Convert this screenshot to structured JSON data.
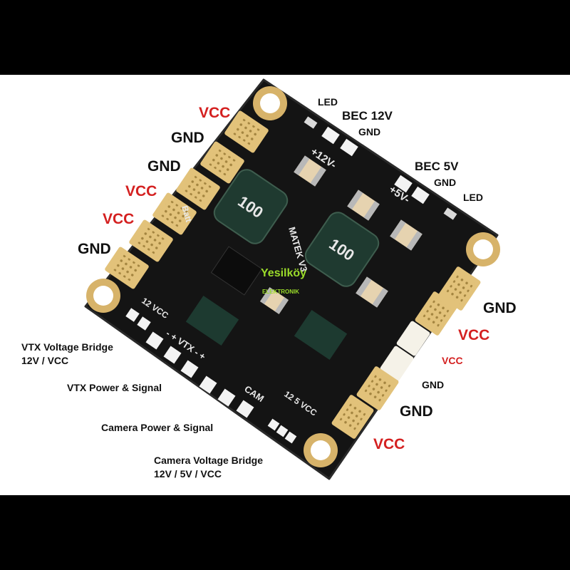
{
  "labels": {
    "left_pads": [
      "VCC",
      "GND",
      "GND",
      "VCC",
      "VCC",
      "GND"
    ],
    "right_pads": [
      "GND",
      "VCC",
      "VCC",
      "GND",
      "GND",
      "VCC"
    ],
    "led_top": "LED",
    "bec12": "BEC 12V",
    "gnd_bec12": "GND",
    "bec5": "BEC 5V",
    "gnd_bec5": "GND",
    "led_right": "LED"
  },
  "annotations": {
    "vtx_bridge": [
      "VTX Voltage Bridge",
      "12V / VCC"
    ],
    "vtx_power": "VTX Power & Signal",
    "camera_power": "Camera Power & Signal",
    "camera_bridge": [
      "Camera Voltage Bridge",
      "12V / 5V / VCC"
    ]
  },
  "board_silkscreen": {
    "plus12": "+12V-",
    "plus5": "+5V-",
    "brand": "MATEK V3",
    "batt": "Batt",
    "vcc12": "12 VCC",
    "vtx": "- + VTX - +",
    "cam": "CAM",
    "cam_bridge": "12 5 VCC",
    "inductor": "100"
  },
  "watermark": {
    "name": "Yesilköy",
    "sub": "ELEKTRONIK"
  },
  "colors": {
    "label_red": "#d42020",
    "label_black": "#111111",
    "pcb": "#141414",
    "pad_gold": "#e2c27a",
    "watermark_green": "#9bdc2a"
  }
}
